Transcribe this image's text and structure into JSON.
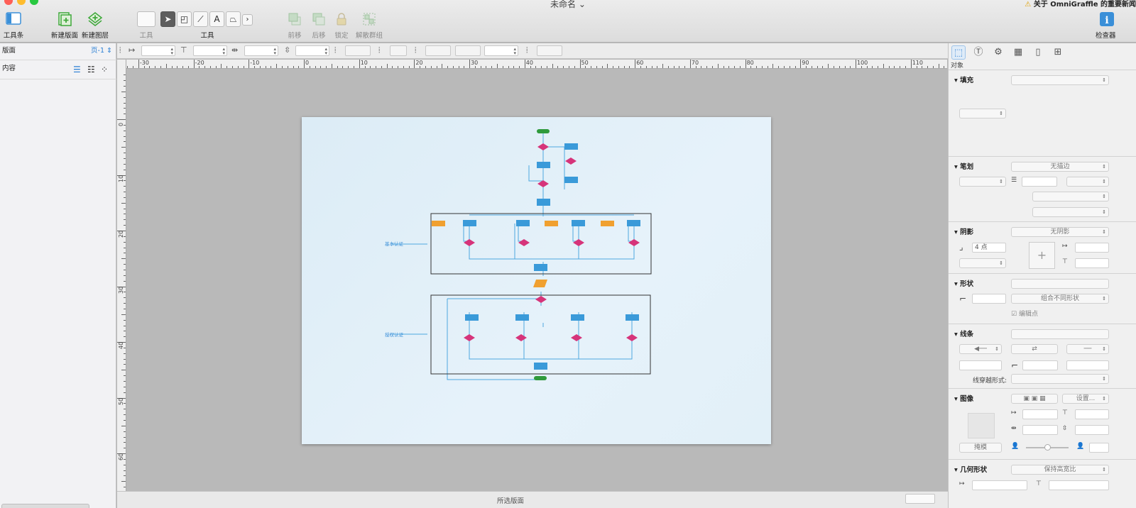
{
  "window": {
    "title": "未命名",
    "notice": "关于 OmniGraffle 的重要新闻"
  },
  "toolbar": {
    "toolbar_toggle": "工具条",
    "new_canvas": "新建版面",
    "new_layer": "新建图层",
    "tools_a": "工具",
    "tools_b": "工具",
    "forward": "前移",
    "backward": "后移",
    "lock": "锁定",
    "ungroup": "解散群组",
    "inspector": "检查器"
  },
  "left_panel": {
    "canvas_label": "版面",
    "page_selector": "页-1",
    "contents_label": "内容"
  },
  "ruler": {
    "h_numbers": [
      "-30",
      "-20",
      "-10",
      "0",
      "10",
      "20",
      "30",
      "40",
      "50",
      "60",
      "70",
      "80",
      "90",
      "100",
      "110"
    ],
    "v_numbers": [
      "0",
      "10",
      "20",
      "30",
      "40",
      "50",
      "60"
    ]
  },
  "diagram": {
    "group1_label": "基本认证",
    "group2_label": "授权认证"
  },
  "status": {
    "text": "所选版面"
  },
  "inspector": {
    "object_label": "对象",
    "fill": "填充",
    "stroke": "笔划",
    "stroke_value": "无描边",
    "shadow": "阴影",
    "shadow_value": "无阴影",
    "shadow_size": "4 点",
    "shape": "形状",
    "combine_shapes": "组合不同形状",
    "edit_points": "编辑点",
    "lines": "线条",
    "line_hop": "线穿越形式:",
    "image": "图像",
    "image_settings": "设置...",
    "image_mask": "掩模",
    "geometry": "几何形状",
    "keep_ratio": "保持高宽比"
  },
  "colors": {
    "accent": "#2a7fd4",
    "flow_box": "#3a9ad9",
    "diamond": "#d6347a",
    "terminal": "#2f9a3c",
    "io": "#f0a030"
  }
}
